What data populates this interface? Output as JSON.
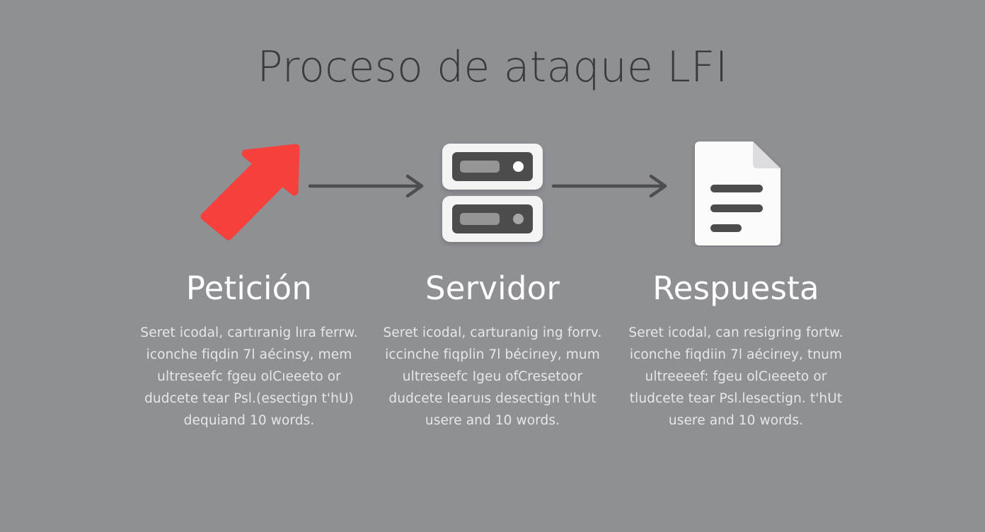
{
  "slide": {
    "title": "Proceso de ataque LFI",
    "background_color": "#8e9094",
    "title_color": "#3a3a3c",
    "heading_color": "#ffffff",
    "body_color": "#e6e7e9",
    "accent_color": "#f5403c",
    "connector_color": "#4e4e50"
  },
  "columns": [
    {
      "heading": "Petición",
      "icon": "red-arrow-icon",
      "body": "Seret icodal, cartıranig lıra ferrw. iconche fiqdin 7l aécinsy, mem ultreseefc fgeu olCıeeeto or dudcete tear Psl.(esectign t'hU) dequiand 10 words."
    },
    {
      "heading": "Servidor",
      "icon": "server-icon",
      "body": "Seret icodal, carturanig ing forrv. iccinche fiqplin 7l bécirıey, mum ultreseefc Igeu ofCresetoor dudcete learuıs desectign t'hUt usere and 10 words."
    },
    {
      "heading": "Respuesta",
      "icon": "document-icon",
      "body": "Seret icodal, can resigring fortw. iconche fiqdiin 7l aécirıey, tnum ultreeeef: fgeu olCıeeeto or tludcete tear Psl.lesectign. t'hUt usere and 10 words."
    }
  ],
  "connectors": [
    {
      "name": "arrow-request-to-server"
    },
    {
      "name": "arrow-server-to-response"
    }
  ]
}
